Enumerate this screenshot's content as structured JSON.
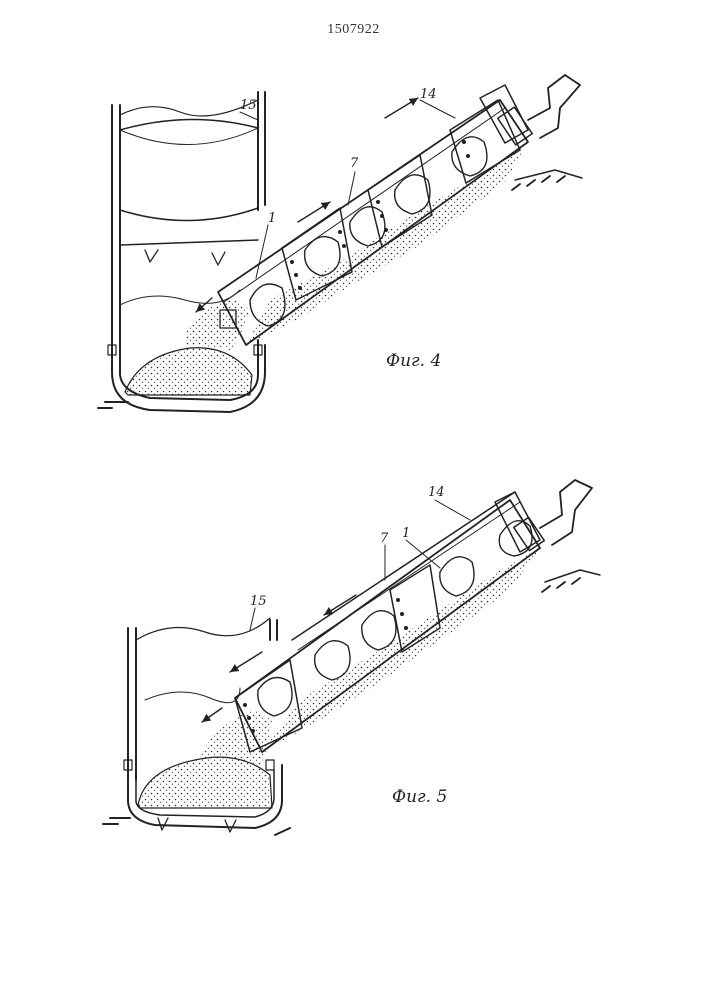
{
  "document": {
    "patent_number": "1507922"
  },
  "figures": [
    {
      "caption": "Фиг. 4",
      "labels": {
        "bin": "15",
        "conveyor": "7",
        "auger": "1",
        "housing": "14"
      }
    },
    {
      "caption": "Фиг. 5",
      "labels": {
        "bin": "15",
        "conveyor": "7",
        "auger": "1",
        "housing": "14"
      }
    }
  ],
  "colors": {
    "ink": "#222222",
    "paper": "#ffffff"
  }
}
